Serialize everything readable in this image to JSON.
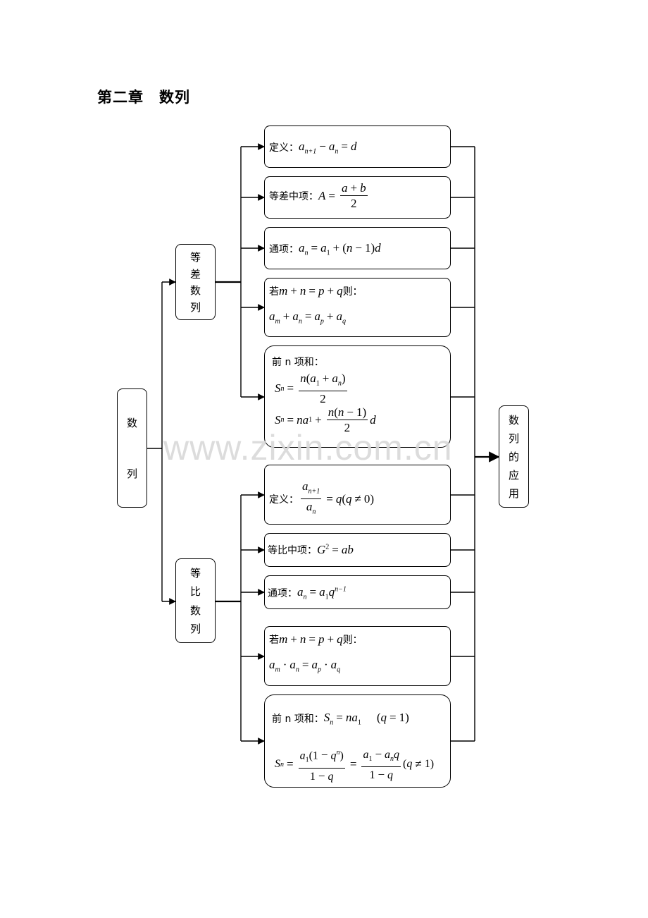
{
  "page": {
    "title": "第二章　数列",
    "watermark": "www.zixin.com.cn"
  },
  "root": {
    "chars": [
      "数",
      "列"
    ]
  },
  "arithmetic": {
    "chars": [
      "等",
      "差",
      "数",
      "列"
    ],
    "definition": {
      "label": "定义："
    },
    "middle_term": {
      "label": "等差中项："
    },
    "general_term": {
      "label": "通项："
    },
    "property": {
      "label_prefix": "若",
      "label_suffix": "则："
    },
    "sum": {
      "label": "前 n 项和："
    }
  },
  "geometric": {
    "chars": [
      "等",
      "比",
      "数",
      "列"
    ],
    "definition": {
      "label": "定义："
    },
    "middle_term": {
      "label": "等比中项："
    },
    "general_term": {
      "label": "通项："
    },
    "property": {
      "label_prefix": "若",
      "label_suffix": "则："
    },
    "sum": {
      "label": "前 n 项和："
    }
  },
  "application": {
    "chars": [
      "数",
      "列",
      "的",
      "应",
      "用"
    ]
  },
  "colors": {
    "line": "#000000",
    "watermark": "#d9d9d9"
  }
}
